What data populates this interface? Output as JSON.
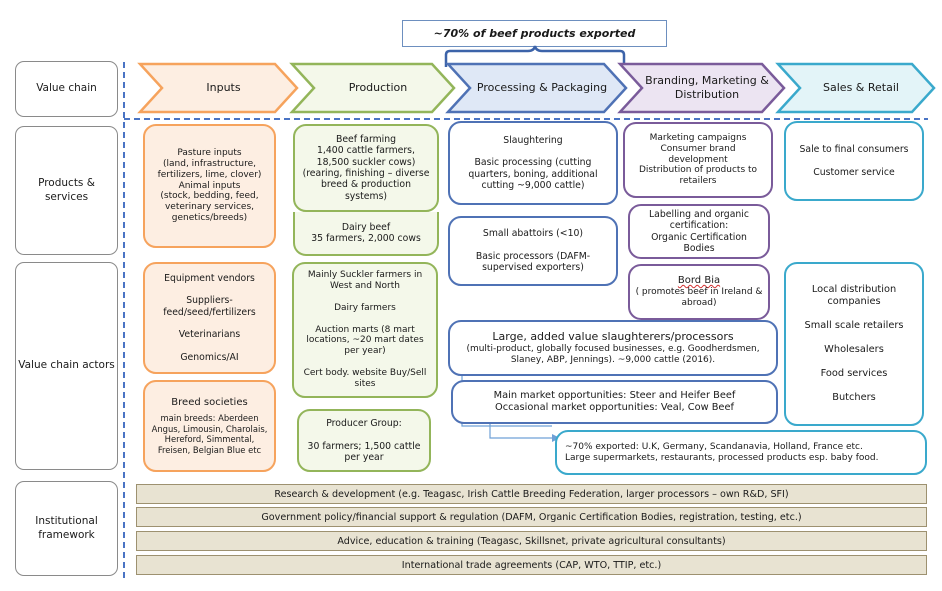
{
  "banner": "~70% of beef products exported",
  "row_labels": {
    "value_chain": "Value chain",
    "products_services": "Products & services",
    "actors": "Value chain actors",
    "institutional": "Institutional framework"
  },
  "stages": [
    "Inputs",
    "Production",
    "Processing & Packaging",
    "Branding, Marketing & Distribution",
    "Sales & Retail"
  ],
  "products": {
    "inputs": "Pasture inputs\n(land, infrastructure, fertilizers, lime, clover)\nAnimal inputs\n(stock, bedding, feed, veterinary services, genetics/breeds)",
    "production_1": "Beef farming\n1,400 cattle farmers, 18,500 suckler cows)\n(rearing, finishing – diverse breed & production systems)",
    "production_2": "Dairy beef\n35 farmers, 2,000 cows",
    "processing_1": "Slaughtering\n\nBasic processing (cutting quarters, boning, additional cutting ~9,000 cattle)",
    "processing_2": "Small abattoirs (<10)\n\nBasic processors (DAFM-supervised exporters)",
    "branding_1": "Marketing campaigns\nConsumer brand development\nDistribution of products to retailers",
    "branding_2": "Labelling and organic certification:\nOrganic Certification Bodies",
    "sales": "Sale to final consumers\n\nCustomer service"
  },
  "actors": {
    "inputs_1": "Equipment vendors\n\nSuppliers-feed/seed/fertilizers\n\nVeterinarians\n\nGenomics/AI",
    "inputs_2_title": "Breed societies",
    "inputs_2_body": "main breeds: Aberdeen Angus, Limousin, Charolais, Hereford, Simmental, Freisen, Belgian Blue etc",
    "production_1": "Mainly Suckler farmers in West and North\n\nDairy farmers\n\nAuction marts (8 mart locations, ~20 mart dates per year)\n\nCert body. website Buy/Sell sites",
    "production_2": "Producer Group:\n\n30 farmers; 1,500 cattle per year",
    "bord_bia_title": "Bord Bia",
    "bord_bia_body": "( promotes beef in Ireland & abroad)",
    "large_processors_title": "Large, added value slaughterers/processors",
    "large_processors_body": "(multi-product, globally focused businesses, e.g. Goodherdsmen, Slaney, ABP, Jennings). ~9,000 cattle (2016).",
    "market": "Main market opportunities: Steer and Heifer Beef\nOccasional market opportunities: Veal, Cow Beef",
    "export": "~70% exported: U.K, Germany, Scandanavia, Holland, France etc.\nLarge supermarkets, restaurants, processed products esp. baby food.",
    "retail": "Local distribution companies\n\nSmall scale retailers\n\nWholesalers\n\nFood services\n\nButchers"
  },
  "institutional": [
    "Research & development (e.g. Teagasc, Irish Cattle Breeding Federation, larger processors – own R&D, SFI)",
    "Government policy/financial support & regulation (DAFM, Organic Certification Bodies, registration, testing, etc.)",
    "Advice, education & training (Teagasc, Skillsnet, private agricultural consultants)",
    "International trade agreements (CAP, WTO, TTIP, etc.)"
  ],
  "colors": {
    "inputs": "#f6a35d",
    "production": "#93b55a",
    "processing": "#4f72b5",
    "branding": "#7a5b9a",
    "sales": "#3aa9cc",
    "institutional": "#e8e3d2"
  }
}
